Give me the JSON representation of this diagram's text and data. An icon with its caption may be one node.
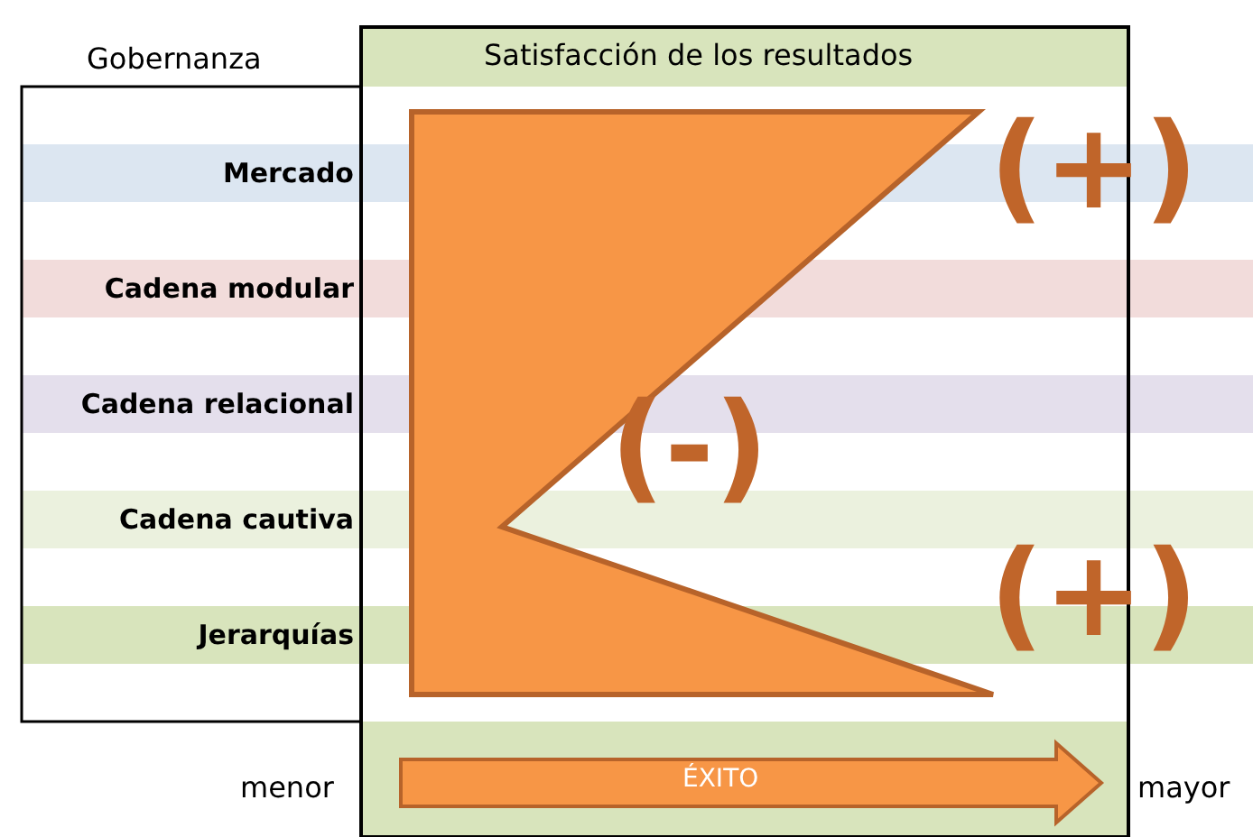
{
  "diagram": {
    "nodes": [
      {
        "text": [
          "Mercado"
        ]
      },
      {
        "text": [
          "Cadena modular"
        ]
      },
      {
        "text": [
          "Cadena relacional"
        ]
      },
      {
        "text": [
          "Cadena cautiva"
        ]
      },
      {
        "text": [
          "Jerarquías"
        ]
      }
    ],
    "labels": [
      "Gobernanza",
      "Satisfacción de los resultados",
      "(+)",
      "(-)",
      "(+)",
      "menor",
      "ÉXITO",
      "mayor"
    ]
  }
}
